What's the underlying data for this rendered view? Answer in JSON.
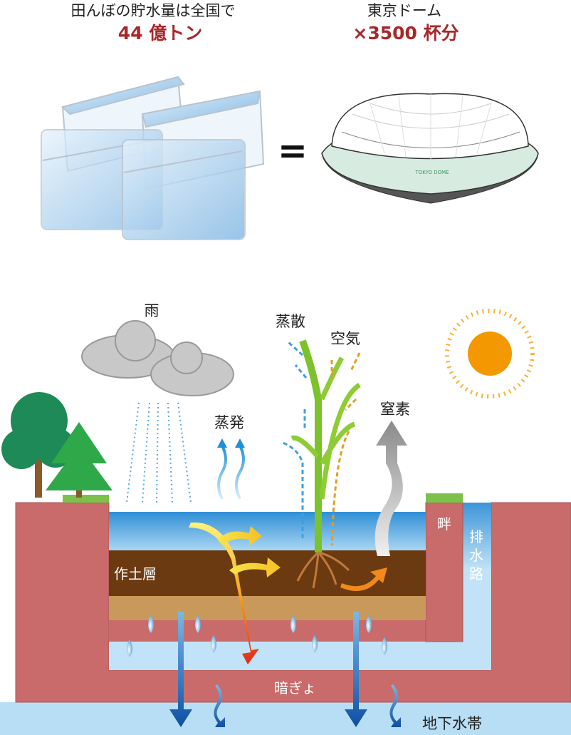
{
  "header": {
    "left_caption": "田んぼの貯水量は全国で",
    "left_value": "44 億トン",
    "right_caption": "東京ドーム",
    "right_value": "×3500 杯分",
    "equals": "=",
    "dome_logo": "TOKYO DOME"
  },
  "diagram": {
    "rain": "雨",
    "transpiration": "蒸散",
    "air": "空気",
    "evaporation": "蒸発",
    "nitrogen": "窒素",
    "topsoil": "作土層",
    "levee": "畔",
    "drainage_channel": [
      "排",
      "水",
      "路"
    ],
    "underdrain": "暗ぎょ",
    "groundwater": "地下水帯"
  },
  "colors": {
    "accent_red": "#a8282a",
    "earth": "#c96b6b",
    "water": "#4aa3dc",
    "topsoil": "#6b3a10",
    "subsoil": "#c8995a",
    "groundwater": "#b8def5",
    "sun": "#f39800"
  }
}
